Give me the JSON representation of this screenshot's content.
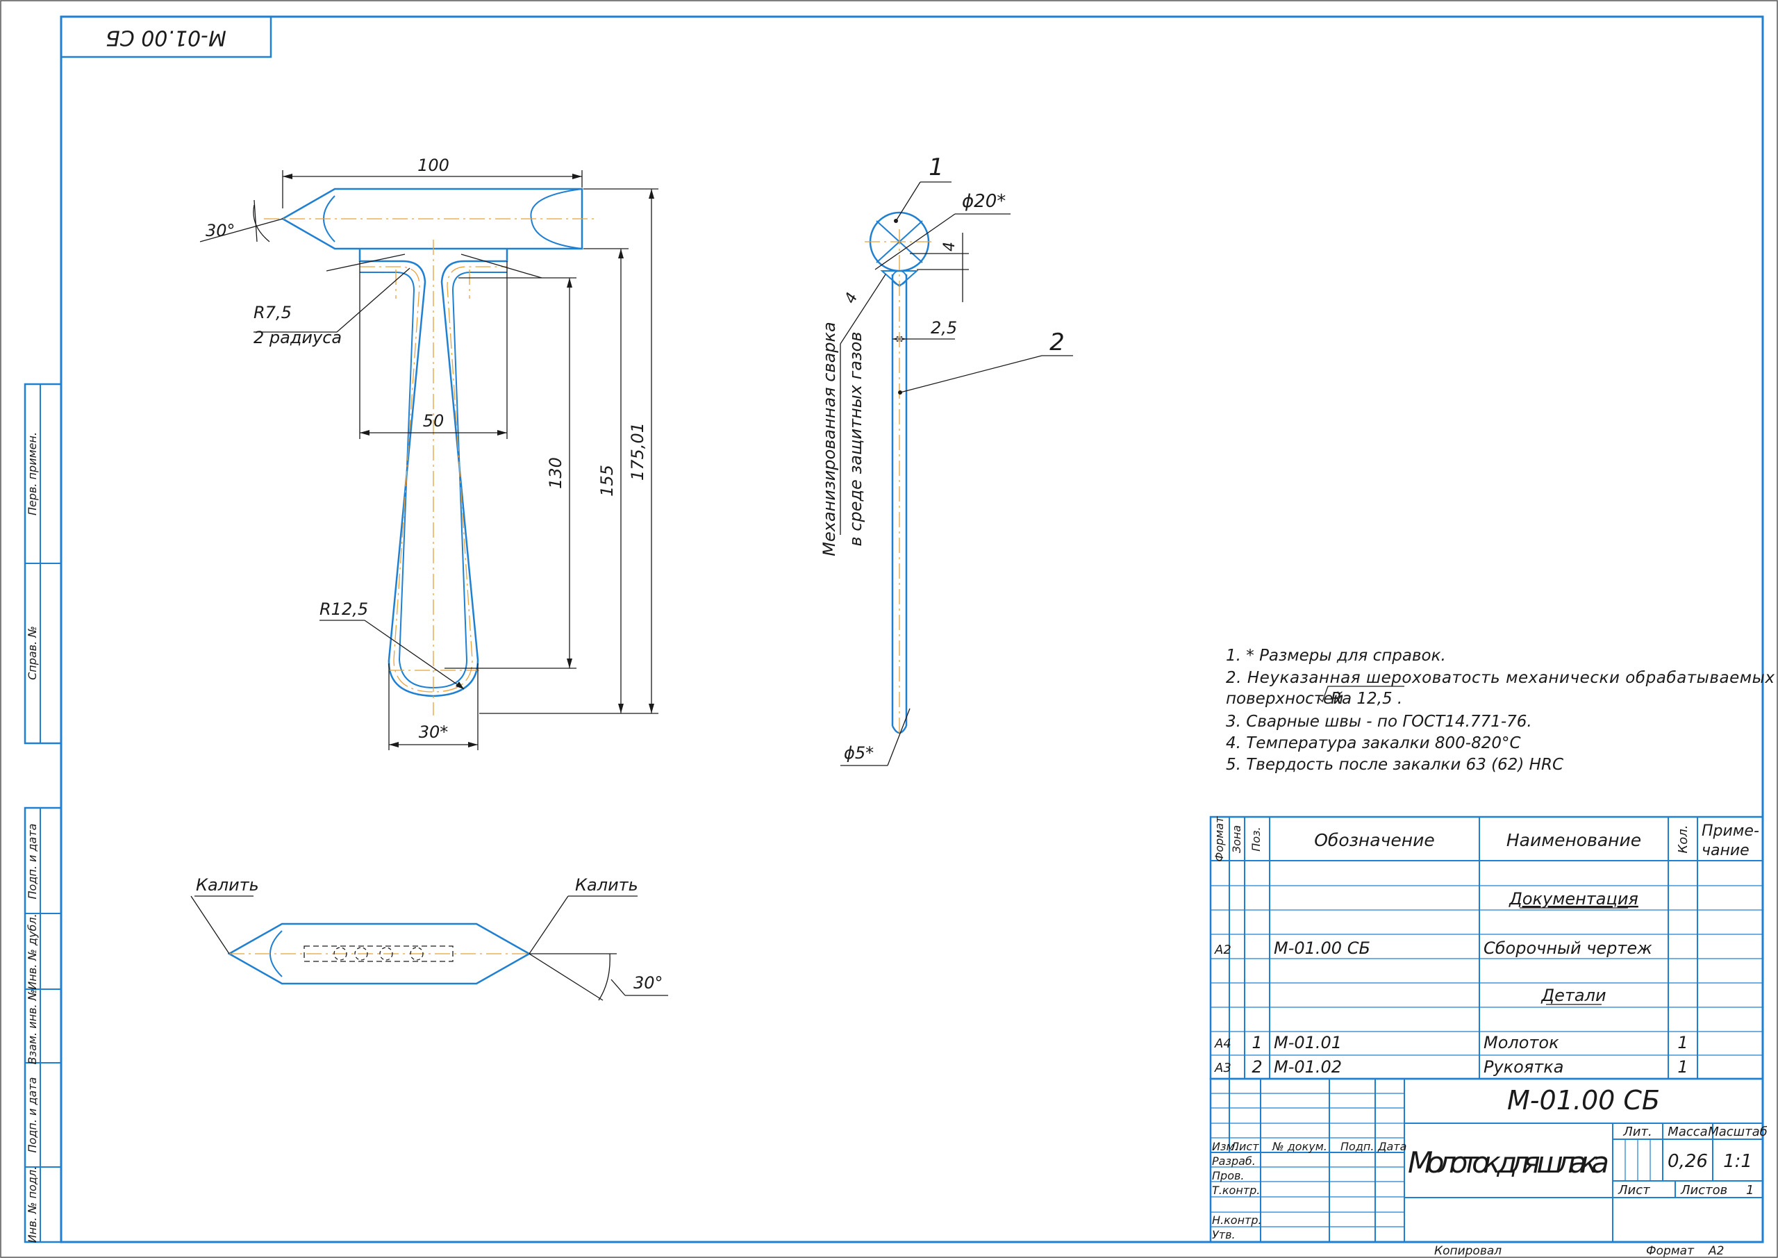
{
  "drawing": {
    "rotated_code": "М-01.00 СБ",
    "dims": {
      "d100": "100",
      "d30deg_top": "30°",
      "r75": "R7,5",
      "r75_note": "2 радиуса",
      "d50": "50",
      "d130": "130",
      "d155": "155",
      "d17501": "175,01",
      "r125": "R12,5",
      "d30star": "30*",
      "pos1": "1",
      "d20star": "ϕ20*",
      "d4a": "4",
      "d4b": "4",
      "d25": "2,5",
      "pos2": "2",
      "d5star": "ϕ5*",
      "weld_line1": "Механизированная сварка",
      "weld_line2": "в среде защитных газов",
      "harden_left": "Калить",
      "harden_right": "Калить",
      "d30deg_bottom": "30°"
    }
  },
  "notes": [
    "1.  * Размеры для справок.",
    "2. Неуказанная   шероховатость   механически   обрабатываемых",
    "поверхностей",
    "Ra 12,5 .",
    "3. Сварные швы - по ГОСТ14.771-76.",
    "4. Температура закалки 800-820°С",
    "5. Твердость после закалки 63 (62) HRC"
  ],
  "side_stamps": [
    "Перв. примен.",
    "Справ. №",
    "Подп. и дата",
    "Инв. № дубл.",
    "Взам. инв. №",
    "Подп. и дата",
    "Инв. № подл."
  ],
  "spec": {
    "headers": {
      "format": "Формат",
      "zone": "Зона",
      "pos": "Поз.",
      "designation": "Обозначение",
      "name": "Наименование",
      "qty": "Кол.",
      "note1": "Приме-",
      "note2": "чание"
    },
    "section_doc": "Документация",
    "section_parts": "Детали",
    "rows": [
      {
        "format": "A2",
        "pos": "",
        "designation": "М-01.00 СБ",
        "name": "Сборочный чертеж",
        "qty": ""
      },
      {
        "format": "A4",
        "pos": "1",
        "designation": "М-01.01",
        "name": "Молоток",
        "qty": "1"
      },
      {
        "format": "A3",
        "pos": "2",
        "designation": "М-01.02",
        "name": "Рукоятка",
        "qty": "1"
      }
    ]
  },
  "title_block": {
    "code": "М-01.00 СБ",
    "title": "Молоток для шлака",
    "col_labels": [
      "Изм.",
      "Лист",
      "№ докум.",
      "Подп.",
      "Дата"
    ],
    "role_labels": [
      "Разраб.",
      "Пров.",
      "Т.контр.",
      "Н.контр.",
      "Утв."
    ],
    "lit_label": "Лит.",
    "mass_label": "Масса",
    "scale_label": "Масштаб",
    "mass": "0,26",
    "scale": "1:1",
    "sheet_label": "Лист",
    "sheets_label": "Листов",
    "sheets": "1",
    "copied": "Копировал",
    "format_label": "Формат",
    "format": "A2"
  }
}
